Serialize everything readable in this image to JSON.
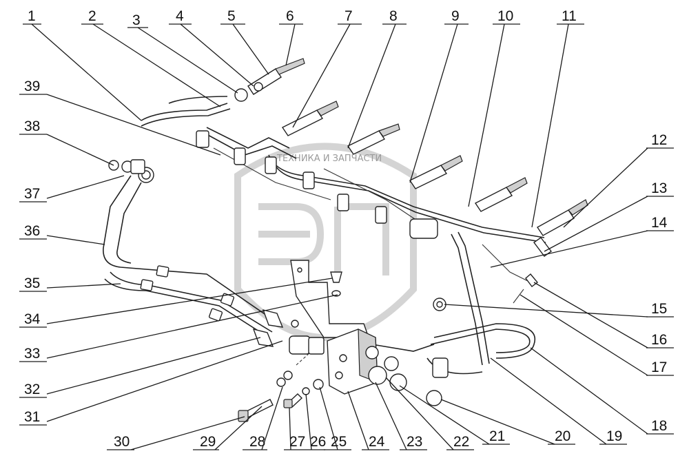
{
  "watermark": {
    "logo_text": "ЭП",
    "tagline": "ТЕХНИКА И ЗАПЧАСТИ"
  },
  "callouts": [
    {
      "label": "1"
    },
    {
      "label": "2"
    },
    {
      "label": "3"
    },
    {
      "label": "4"
    },
    {
      "label": "5"
    },
    {
      "label": "6"
    },
    {
      "label": "7"
    },
    {
      "label": "8"
    },
    {
      "label": "9"
    },
    {
      "label": "10"
    },
    {
      "label": "11"
    },
    {
      "label": "12"
    },
    {
      "label": "13"
    },
    {
      "label": "14"
    },
    {
      "label": "15"
    },
    {
      "label": "16"
    },
    {
      "label": "17"
    },
    {
      "label": "18"
    },
    {
      "label": "19"
    },
    {
      "label": "20"
    },
    {
      "label": "21"
    },
    {
      "label": "22"
    },
    {
      "label": "23"
    },
    {
      "label": "24"
    },
    {
      "label": "25"
    },
    {
      "label": "26"
    },
    {
      "label": "27"
    },
    {
      "label": "28"
    },
    {
      "label": "29"
    },
    {
      "label": "30"
    },
    {
      "label": "31"
    },
    {
      "label": "32"
    },
    {
      "label": "33"
    },
    {
      "label": "34"
    },
    {
      "label": "35"
    },
    {
      "label": "36"
    },
    {
      "label": "37"
    },
    {
      "label": "38"
    },
    {
      "label": "39"
    }
  ]
}
